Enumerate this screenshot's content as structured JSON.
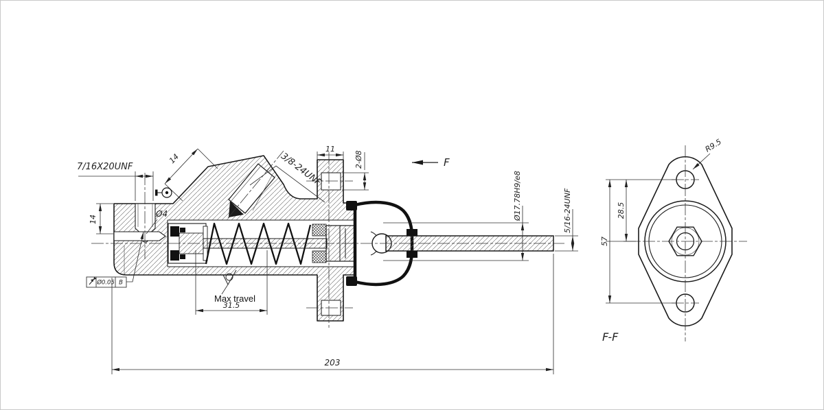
{
  "main_view": {
    "port_top_thread": "7/16X20UNF",
    "port_height": "14",
    "angled_thread": "3/8-24UNF",
    "angled_depth": "14",
    "flange_width": "11",
    "flange_holes": "2-Ø8",
    "view_arrow": "F",
    "comp_hole_dia": "Ø4",
    "gdt": {
      "symbol_icon": "circular-runout",
      "value": "Ø0.05",
      "datum": "B"
    },
    "max_travel_label": "Max travel",
    "max_travel_value": "31.5",
    "overall_length": "203",
    "bore_fit": "Ø17.78H9/e8",
    "rod_thread": "5/16-24UNF"
  },
  "end_view": {
    "corner_radius": "R9.5",
    "hole_offset": "28.5",
    "hole_spacing": "57",
    "view_label": "F-F"
  },
  "colors": {
    "line": "#1a1a1a",
    "dim": "#2b2b2b",
    "hatch": "#666666",
    "background": "#ffffff"
  }
}
